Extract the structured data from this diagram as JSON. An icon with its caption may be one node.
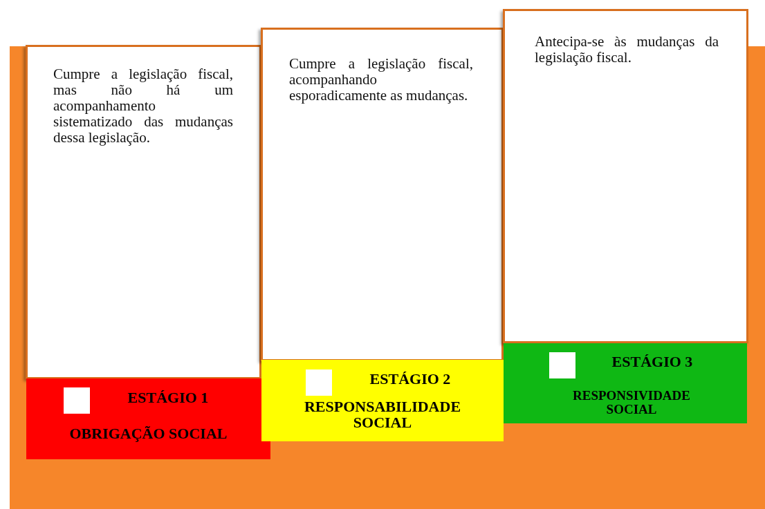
{
  "diagram": {
    "nodes": [
      {
        "text": [
          "Cumpre a legislação fiscal, mas não há um acompanhamento sistematizado das mudanças dessa legislação."
        ]
      },
      {
        "text": [
          "Cumpre a legislação fiscal, acompanhando esporadicamente as mudanças."
        ]
      },
      {
        "text": [
          "Antecipa-se às mudanças da legislação fiscal."
        ]
      },
      {
        "text": [
          "ESTÁGIO 1",
          "OBRIGAÇÃO SOCIAL"
        ]
      },
      {
        "text": [
          "ESTÁGIO 2",
          "RESPONSABILIDADE SOCIAL"
        ]
      },
      {
        "text": [
          "ESTÁGIO 3",
          "RESPONSIVIDADE SOCIAL"
        ]
      }
    ]
  }
}
